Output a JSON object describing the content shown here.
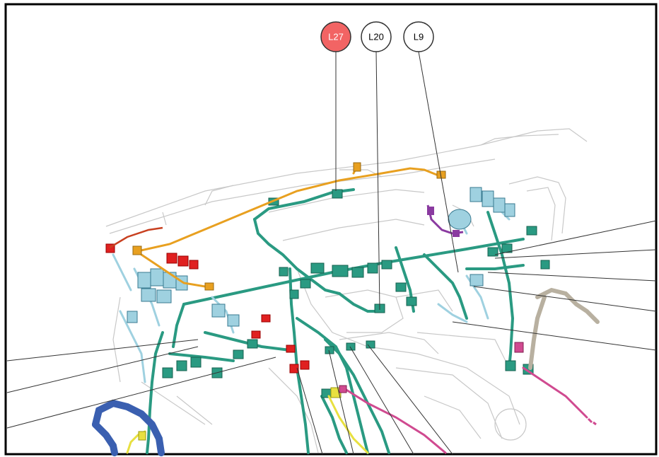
{
  "callouts": [
    {
      "id": "L27",
      "label": "L27",
      "highlighted": true
    },
    {
      "id": "L20",
      "label": "L20",
      "highlighted": false
    },
    {
      "id": "L9",
      "label": "L9",
      "highlighted": false
    }
  ],
  "colors": {
    "highlight_fill": "#f26464",
    "harness_main": "#2a9a82",
    "harness_light": "#9fd1e0",
    "harness_orange": "#e8a020",
    "harness_blue": "#3a5fb0",
    "harness_magenta": "#d04a90",
    "harness_purple": "#8a3aa0",
    "harness_gray": "#b8b0a0",
    "connector_red": "#e02020",
    "connector_yellow": "#e8e040",
    "outline": "#c8c8c8",
    "border": "#000000"
  }
}
